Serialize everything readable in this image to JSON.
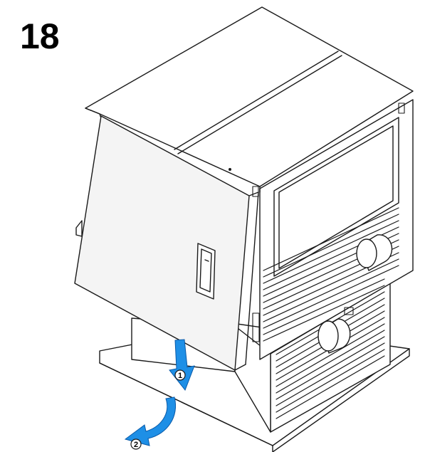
{
  "step": {
    "number": "18"
  },
  "markers": [
    {
      "label": "1"
    },
    {
      "label": "2"
    }
  ],
  "colors": {
    "arrow": "#1e8fe6",
    "arrow_edge": "#0a5aa8",
    "line": "#1a1a1a",
    "panel_fill": "#f4f4f4",
    "marker_fill": "#ffffff"
  }
}
